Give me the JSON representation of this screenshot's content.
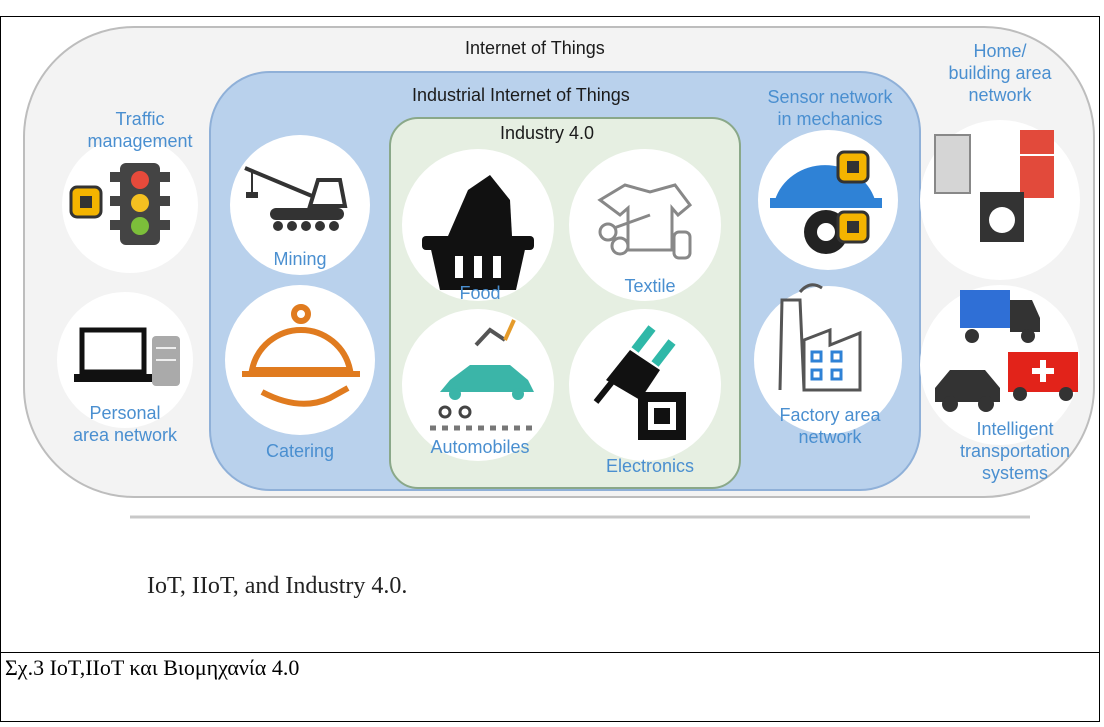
{
  "figure": {
    "iot_title": "Internet of Things",
    "iiot_title": "Industrial Internet of Things",
    "industry40_title": "Industry 4.0",
    "iot_items": [
      {
        "label": "Traffic\nmanagement",
        "icon": "traffic-light-icon"
      },
      {
        "label": "Personal\narea network",
        "icon": "laptop-icon"
      },
      {
        "label": "Home/\nbuilding area\nnetwork",
        "icon": "appliances-icon"
      },
      {
        "label": "Intelligent\ntransportation\nsystems",
        "icon": "vehicles-icon"
      }
    ],
    "iiot_items": [
      {
        "label": "Mining",
        "icon": "crane-icon"
      },
      {
        "label": "Catering",
        "icon": "cloche-icon"
      },
      {
        "label": "Sensor network\nin mechanics",
        "icon": "hard-hat-gear-icon"
      },
      {
        "label": "Factory area\nnetwork",
        "icon": "factory-icon"
      }
    ],
    "industry40_items": [
      {
        "label": "Food",
        "icon": "basket-icon"
      },
      {
        "label": "Textile",
        "icon": "shirt-scissors-icon"
      },
      {
        "label": "Automobiles",
        "icon": "car-assembly-icon"
      },
      {
        "label": "Electronics",
        "icon": "plug-chip-icon"
      }
    ],
    "caption": "IoT, IIoT, and Industry 4.0."
  },
  "table_caption": "Σχ.3  IoT,IIoT και Βιομηχανία 4.0",
  "colors": {
    "label_blue": "#4a8fd0",
    "iiot_fill": "#b9d1ec",
    "industry40_fill": "#e6efe2",
    "iot_fill": "#f2f2f2"
  }
}
